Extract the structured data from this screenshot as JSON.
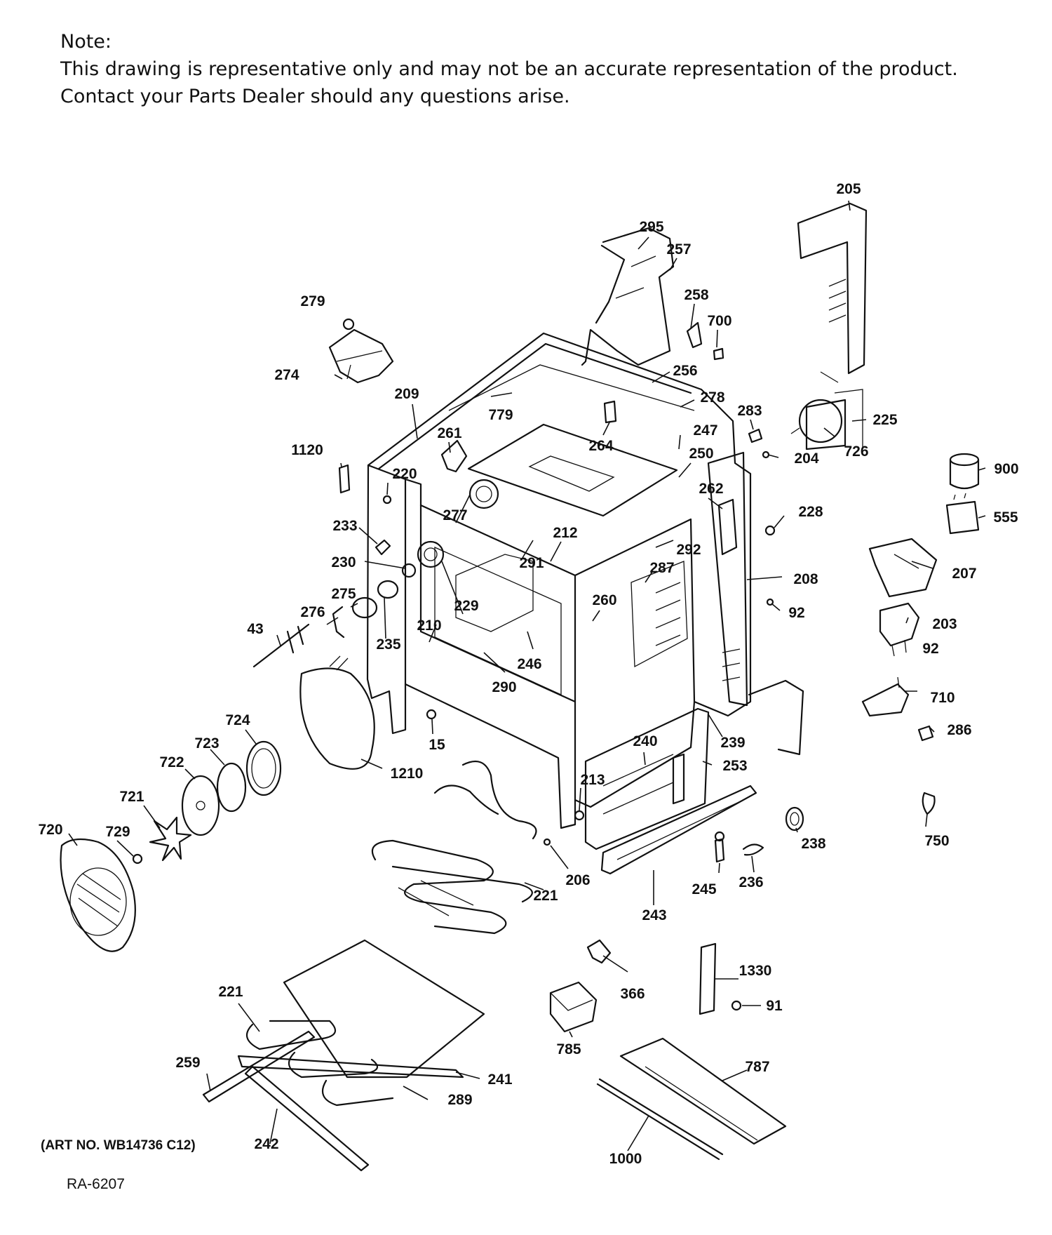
{
  "note": {
    "heading": "Note:",
    "line1": "This drawing is representative only and may not be an accurate representation of the product.",
    "line2": "Contact your Parts Dealer should any questions arise."
  },
  "art_number": "(ART NO. WB14736 C12)",
  "reference": "RA-6207",
  "part_labels": [
    "205",
    "295",
    "257",
    "258",
    "700",
    "279",
    "274",
    "209",
    "256",
    "278",
    "779",
    "283",
    "225",
    "247",
    "264",
    "261",
    "1120",
    "220",
    "250",
    "204",
    "726",
    "900",
    "262",
    "228",
    "555",
    "233",
    "277",
    "212",
    "292",
    "291",
    "230",
    "287",
    "207",
    "208",
    "229",
    "260",
    "275",
    "92",
    "276",
    "203",
    "43",
    "235",
    "210",
    "246",
    "92",
    "710",
    "290",
    "286",
    "15",
    "239",
    "724",
    "240",
    "253",
    "1210",
    "723",
    "213",
    "722",
    "238",
    "750",
    "721",
    "720",
    "729",
    "206",
    "221",
    "245",
    "236",
    "243",
    "366",
    "1330",
    "91",
    "221",
    "785",
    "241",
    "259",
    "787",
    "289",
    "242",
    "1000"
  ]
}
